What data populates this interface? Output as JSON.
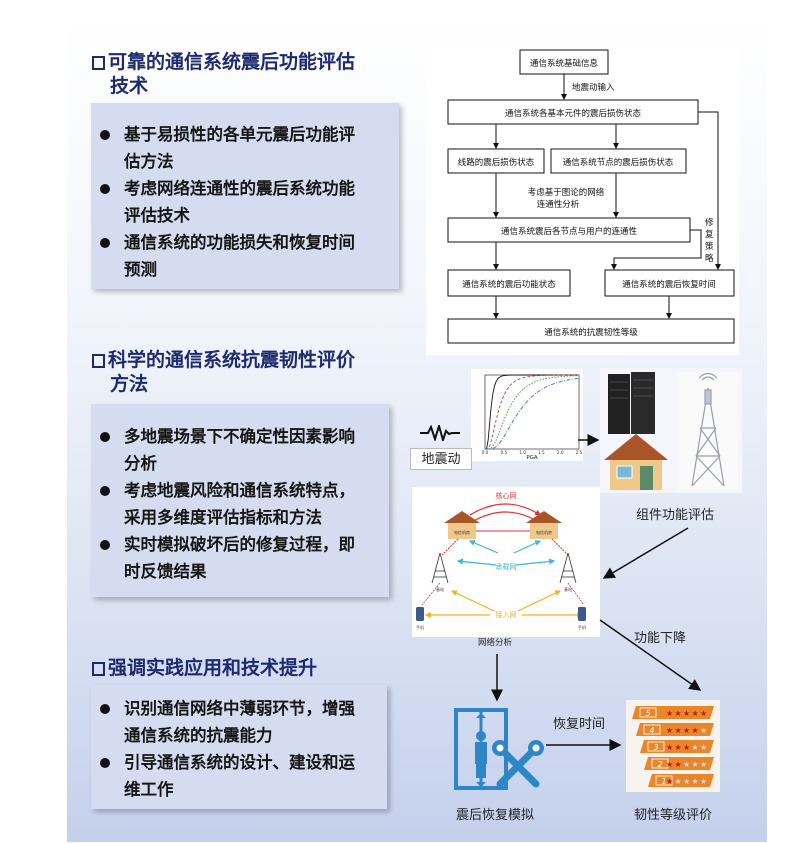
{
  "sections": [
    {
      "title_line1": "可靠的通信系统震后功能评估",
      "title_line2": "技术",
      "bullets": [
        [
          "基于易损性的各单元震后功能评",
          "估方法"
        ],
        [
          "考虑网络连通性的震后系统功能",
          "评估技术"
        ],
        [
          "通信系统的功能损失和恢复时间",
          "预测"
        ]
      ]
    },
    {
      "title_line1": "科学的通信系统抗震韧性评价",
      "title_line2": "方法",
      "bullets": [
        [
          "多地震场景下不确定性因素影响",
          "分析"
        ],
        [
          "考虑地震风险和通信系统特点，",
          "采用多维度评估指标和方法"
        ],
        [
          "实时模拟破坏后的修复过程，即",
          "时反馈结果"
        ]
      ]
    },
    {
      "title_line1": "强调实践应用和技术提升",
      "bullets": [
        [
          "识别通信网络中薄弱环节，增强",
          "通信系统的抗震能力"
        ],
        [
          "引导通信系统的设计、建设和运",
          "维工作"
        ]
      ]
    }
  ],
  "flowchart": {
    "basic_info": "通信系统基础信息",
    "eq_input": "地震动输入",
    "component_state": "通信系统各基本元件的震后损伤状态",
    "line_damage": "线路的震后损伤状态",
    "node_damage": "通信系统节点的震后损伤状态",
    "graph_note_1": "考虑基于图论的网络",
    "graph_note_2": "连通性分析",
    "connectivity": "通信系统震后各节点与用户的连通性",
    "repair_1": "修",
    "repair_2": "复",
    "repair_3": "策",
    "repair_4": "略",
    "function_state": "通信系统的震后功能状态",
    "recovery_time": "通信系统的震后恢复时间",
    "resilience_level": "通信系统的抗震韧性等级"
  },
  "chart_data": {
    "type": "line",
    "title": "",
    "xlabel": "PGA",
    "ylabel": "",
    "xlim": [
      0,
      2.5
    ],
    "ylim": [
      0,
      1
    ],
    "xticks": [
      "0.0",
      "0.5",
      "1.0",
      "1.5",
      "2.0",
      "2.5"
    ],
    "series": [
      {
        "name": "",
        "color": "#111111",
        "dash": "",
        "median": 0.15,
        "beta": 0.5
      },
      {
        "name": "",
        "color": "#d43a3a",
        "dash": "3,2",
        "median": 0.35,
        "beta": 0.6
      },
      {
        "name": "",
        "color": "#3a9a3a",
        "dash": "1.5,1.5",
        "median": 0.6,
        "beta": 0.6
      },
      {
        "name": "",
        "color": "#2a7ab8",
        "dash": "4,1.5,1,1.5",
        "median": 0.9,
        "beta": 0.6
      }
    ]
  },
  "labels": {
    "earthquake": "地震动",
    "component_eval": "组件功能评估",
    "function_decline": "功能下降",
    "recovery_time": "恢复时间",
    "post_eq_recovery": "震后恢复模拟",
    "resilience_rating": "韧性等级评价",
    "network_analysis": "网络分析"
  },
  "network": {
    "core": "核心网",
    "bearer": "承载网",
    "access": "接入网",
    "node_left": "电信机房",
    "node_right": "电信机房",
    "tower_left": "基站",
    "tower_right": "基站",
    "phone_left": "手机",
    "phone_right": "手机"
  },
  "rating": {
    "levels": [
      "5",
      "4",
      "3",
      "2",
      "1"
    ],
    "stars_filled": [
      5,
      4,
      3,
      2,
      1
    ],
    "stars_total": 5,
    "banner_color": "#e8862a"
  },
  "colors": {
    "heading": "#1d2a6e",
    "bullet_box": "#d6dcef",
    "icon_blue": "#2f86c6"
  }
}
